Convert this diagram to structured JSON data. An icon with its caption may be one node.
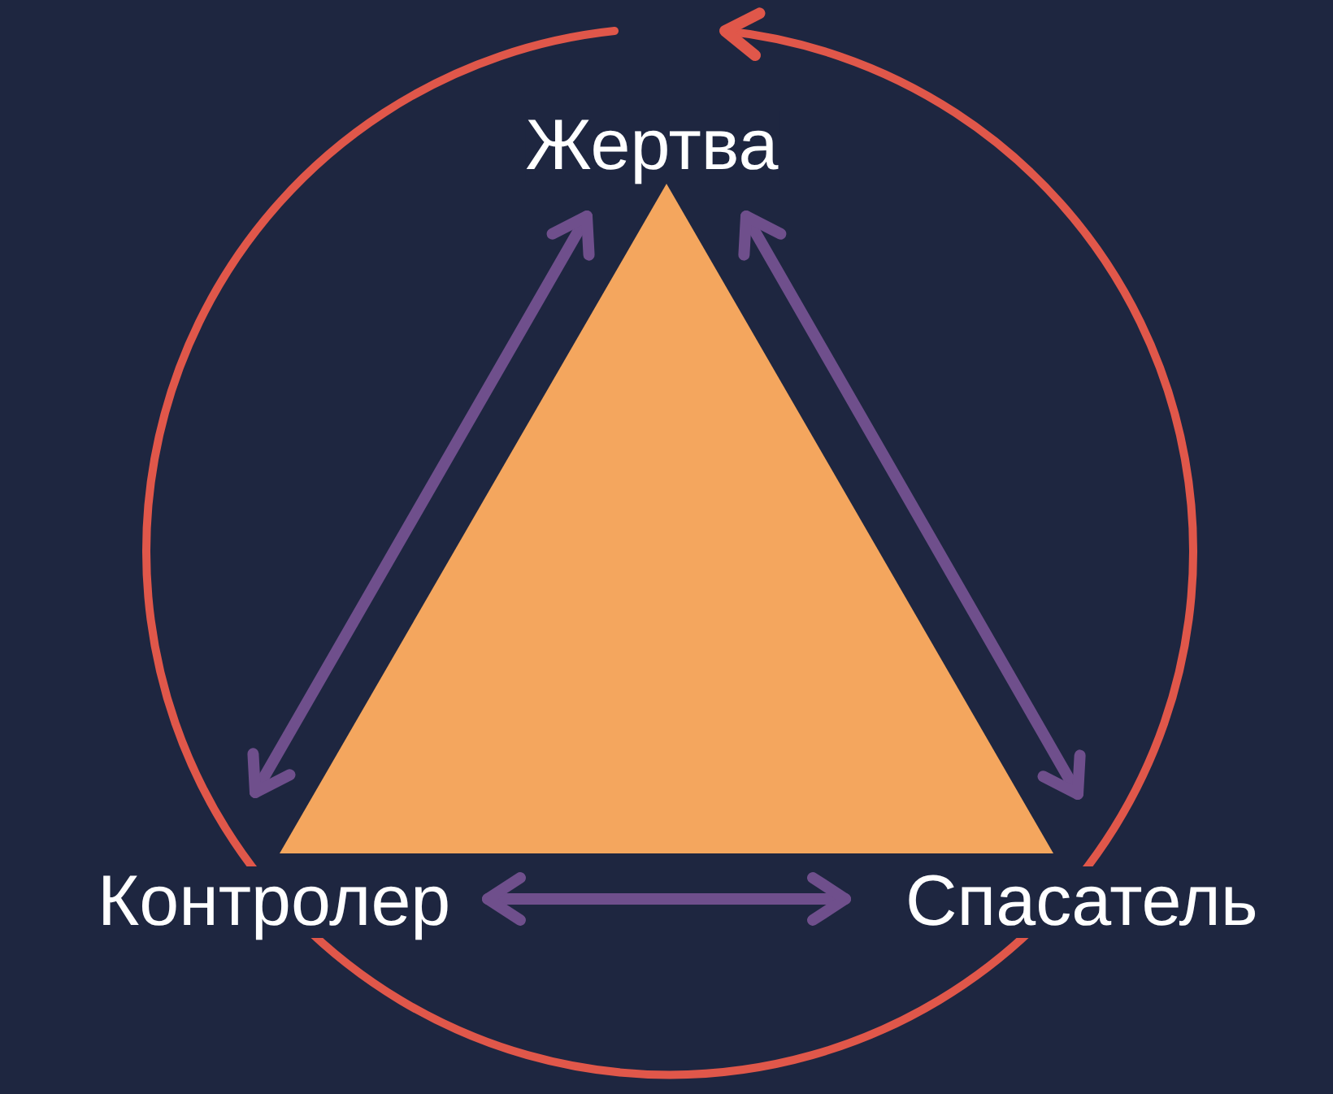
{
  "diagram": {
    "nodes": [
      {
        "text": [
          "Жертва"
        ]
      },
      {
        "text": [
          "Контролер"
        ]
      },
      {
        "text": [
          "Спасатель"
        ]
      }
    ],
    "edges": [
      {
        "from": 0,
        "to": 1,
        "arrow": "both"
      },
      {
        "from": 0,
        "to": 2,
        "arrow": "both"
      },
      {
        "from": 1,
        "to": 2,
        "arrow": "both"
      }
    ]
  }
}
